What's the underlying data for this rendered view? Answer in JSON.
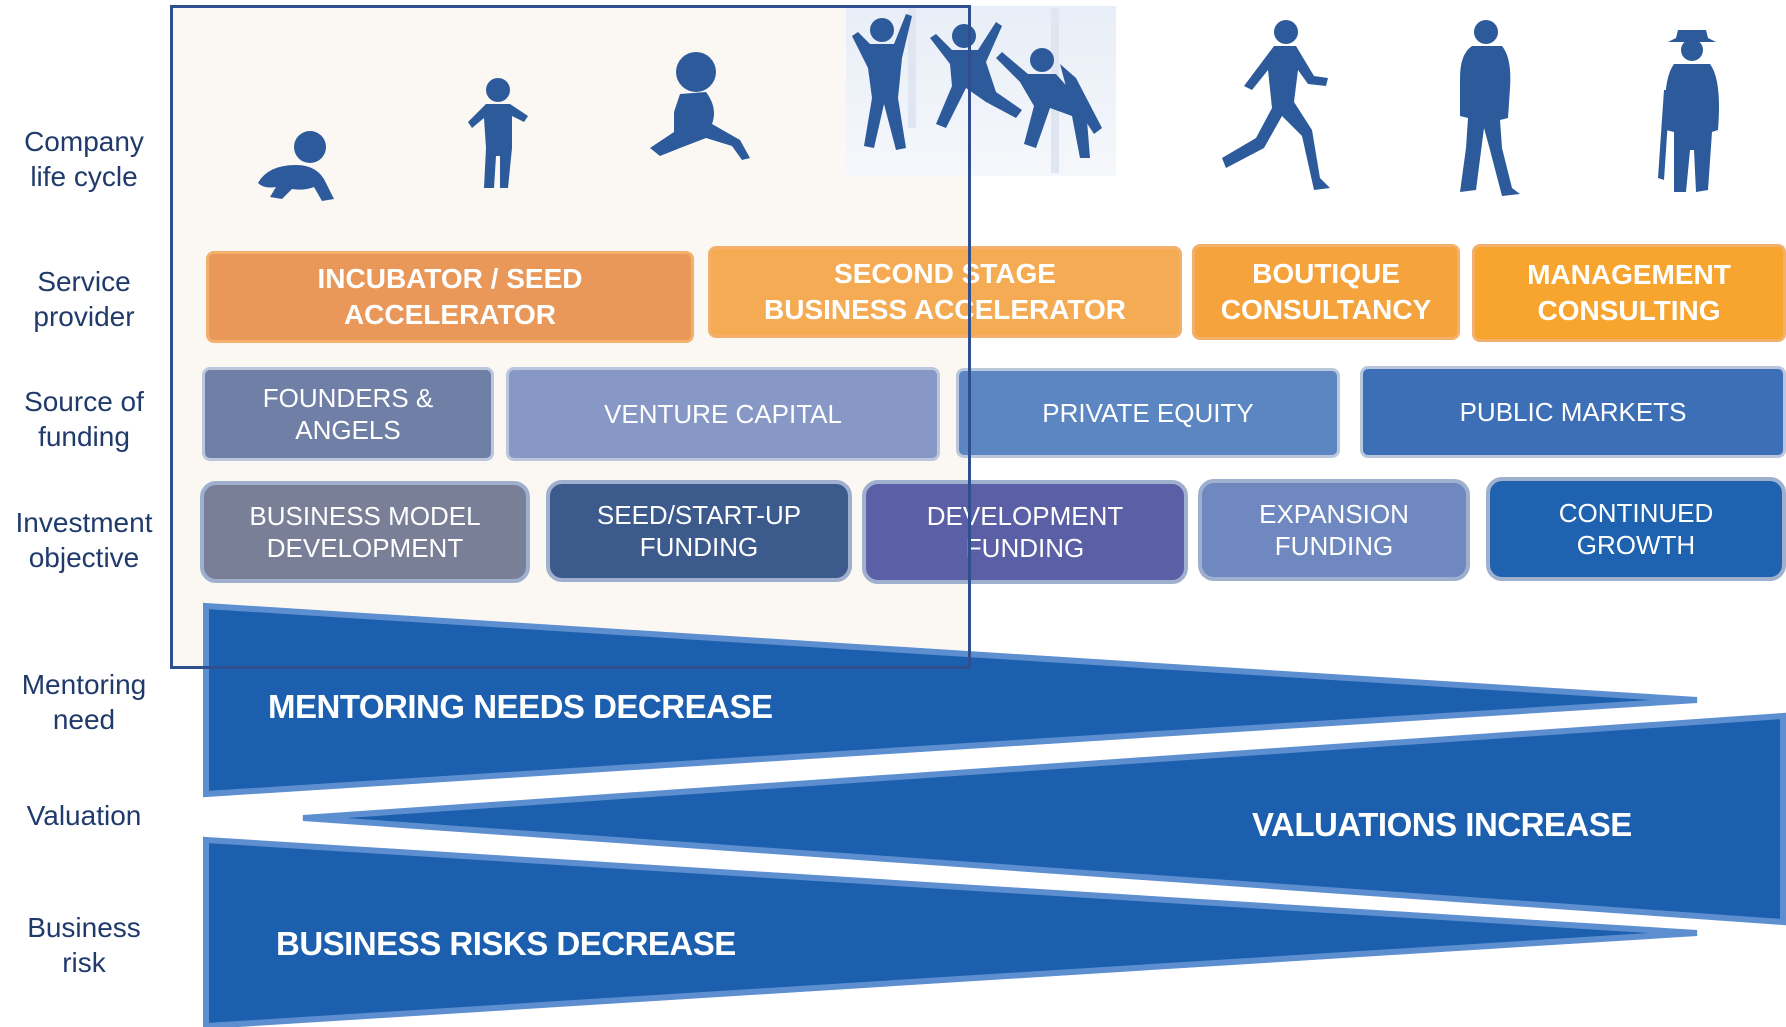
{
  "row_labels": {
    "lifecycle": "Company\nlife cycle",
    "service": "Service\nprovider",
    "funding": "Source of\nfunding",
    "objective": "Investment\nobjective",
    "mentoring": "Mentoring\nneed",
    "valuation": "Valuation",
    "risk": "Business\nrisk"
  },
  "lifecycle_figures": [
    {
      "icon": "crawling-baby-icon"
    },
    {
      "icon": "toddler-icon"
    },
    {
      "icon": "running-child-icon"
    },
    {
      "icon": "jumping-teens-icon"
    },
    {
      "icon": "running-adult-icon"
    },
    {
      "icon": "walking-man-icon"
    },
    {
      "icon": "man-with-umbrella-icon"
    }
  ],
  "service_providers": [
    {
      "label": "INCUBATOR  / SEED\nACCELERATOR",
      "color": "#e9985a"
    },
    {
      "label": "SECOND STAGE\nBUSINESS ACCELERATOR",
      "color": "#f4ab54"
    },
    {
      "label": "BOUTIQUE\nCONSULTANCY",
      "color": "#f5a33c"
    },
    {
      "label": "MANAGEMENT\nCONSULTING",
      "color": "#f7a52e"
    }
  ],
  "funding_sources": [
    {
      "label": "FOUNDERS &\nANGELS",
      "color": "#6f7fa6"
    },
    {
      "label": "VENTURE CAPITAL",
      "color": "#8798c6"
    },
    {
      "label": "PRIVATE EQUITY",
      "color": "#5b86c2"
    },
    {
      "label": "PUBLIC MARKETS",
      "color": "#3d6fb6"
    }
  ],
  "objectives": [
    {
      "label": "BUSINESS MODEL\nDEVELOPMENT",
      "color": "#7a7f98"
    },
    {
      "label": "SEED/START-UP\nFUNDING",
      "color": "#3d5a8c"
    },
    {
      "label": "DEVELOPMENT\nFUNDING",
      "color": "#5a5fa6"
    },
    {
      "label": "EXPANSION\nFUNDING",
      "color": "#6f88bf"
    },
    {
      "label": "CONTINUED\nGROWTH",
      "color": "#1f63b0"
    }
  ],
  "wedges": {
    "mentoring": "MENTORING NEEDS DECREASE",
    "valuation": "VALUATIONS INCREASE",
    "risk": "BUSINESS RISKS DECREASE"
  },
  "colors": {
    "wedge_fill": "#1b5fae",
    "wedge_edge": "#5d8fd0",
    "frame": "#2f4f8f",
    "figure": "#2c5a9a"
  }
}
